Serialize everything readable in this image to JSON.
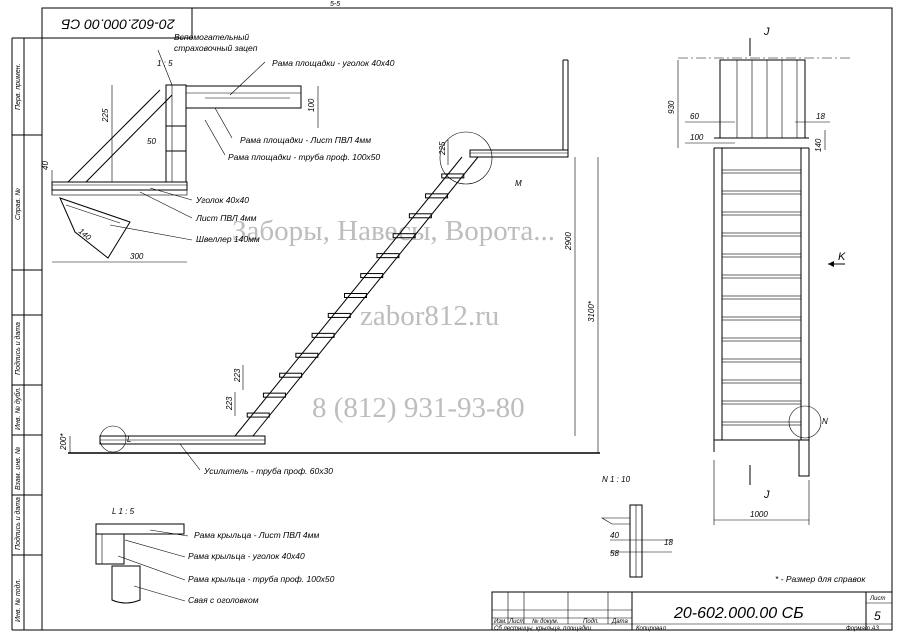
{
  "title_block": {
    "doc_number": "20-602.000.00 СБ",
    "doc_number_rotated": "20-602.000.00 СБ",
    "sheet_label": "Лист",
    "sheet_number": "5",
    "col_izm": "Изм.",
    "col_list": "Лист",
    "col_doc": "№ докум.",
    "col_sign": "Подп.",
    "col_date": "Дата",
    "description": "Сб лестницы, крыльца, площадки",
    "copied": "Копировал",
    "format": "Формат А3"
  },
  "side_labels": {
    "perv_primen": "Перв. примен.",
    "sprav": "Справ. №",
    "podp_data_1": "Подпись и дата",
    "inv_dubl": "Инв. № дубл.",
    "vzam_inv": "Взам. инв. №",
    "podp_data_2": "Подпись и дата",
    "inv_podl": "Инв. № подл."
  },
  "top_stub": "5-5",
  "watermark": {
    "line1": "Заборы, Навесы, Ворота...",
    "line2": "zabor812.ru",
    "line3": "8 (812) 931-93-80"
  },
  "detail_m": {
    "scale": "1 : 5",
    "labels": {
      "safety_hook": "Вспомогательный",
      "safety_hook2": "страховочный зацеп",
      "frame_angle": "Рама площадки - уголок 40х40",
      "frame_sheet": "Рама площадки - Лист ПВЛ 4мм",
      "frame_tube": "Рама площадки - труба проф. 100х50",
      "angle": "Уголок 40х40",
      "sheet": "Лист ПВЛ 4мм",
      "channel": "Швеллер 140мм"
    },
    "dims": {
      "d225": "225",
      "d100": "100",
      "d50": "50",
      "d40": "40",
      "d140": "140",
      "d300": "300"
    }
  },
  "main_view": {
    "marker_m": "M",
    "marker_l": "L",
    "dims": {
      "d225": "225",
      "d2900": "2900",
      "d3100": "3100*",
      "d223a": "223",
      "d223b": "223",
      "d200": "200*"
    },
    "label_reinforce": "Усилитель - труба проф. 60х30"
  },
  "side_view": {
    "dims": {
      "d930": "930",
      "d60": "60",
      "d100": "100",
      "d18": "18",
      "d140": "140",
      "d1000": "1000"
    },
    "cut_j": "J",
    "cut_j2": "J",
    "view_k": "K",
    "marker_n": "N"
  },
  "detail_n": {
    "title": "N  1 : 10",
    "dims": {
      "d40": "40",
      "d58": "58",
      "d18": "18"
    }
  },
  "detail_l": {
    "title": "L  1 : 5",
    "labels": {
      "sheet": "Рама крыльца - Лист ПВЛ 4мм",
      "angle": "Рама крыльца - уголок 40х40",
      "tube": "Рама крыльца - труба проф. 100х50",
      "pile": "Свая с оголовком"
    }
  },
  "note": "* - Размер для справок"
}
